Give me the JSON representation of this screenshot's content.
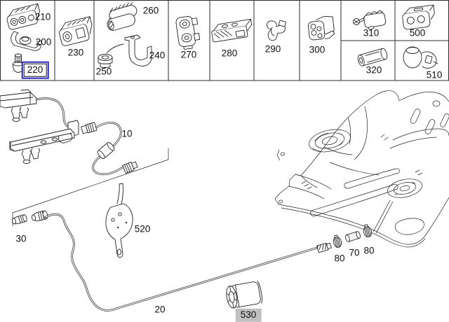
{
  "colors": {
    "line": "#222222",
    "selected_box_border": "#2a2ac0",
    "highlight_box_bg": "#c0c0c0",
    "background": "#ffffff"
  },
  "callouts": {
    "c210": {
      "text": "210"
    },
    "c200": {
      "text": "200"
    },
    "c220": {
      "text": "220",
      "state": "selected"
    },
    "c230": {
      "text": "230"
    },
    "c260": {
      "text": "260"
    },
    "c240": {
      "text": "240"
    },
    "c250": {
      "text": "250"
    },
    "c270": {
      "text": "270"
    },
    "c280": {
      "text": "280"
    },
    "c290": {
      "text": "290"
    },
    "c300": {
      "text": "300"
    },
    "c310": {
      "text": "310"
    },
    "c500": {
      "text": "500"
    },
    "c320": {
      "text": "320"
    },
    "c510": {
      "text": "510"
    },
    "c10": {
      "text": "10"
    },
    "c30": {
      "text": "30"
    },
    "c520": {
      "text": "520"
    },
    "c20": {
      "text": "20"
    },
    "c80a": {
      "text": "80"
    },
    "c70": {
      "text": "70"
    },
    "c80b": {
      "text": "80"
    },
    "c530": {
      "text": "530",
      "state": "highlighted"
    }
  }
}
